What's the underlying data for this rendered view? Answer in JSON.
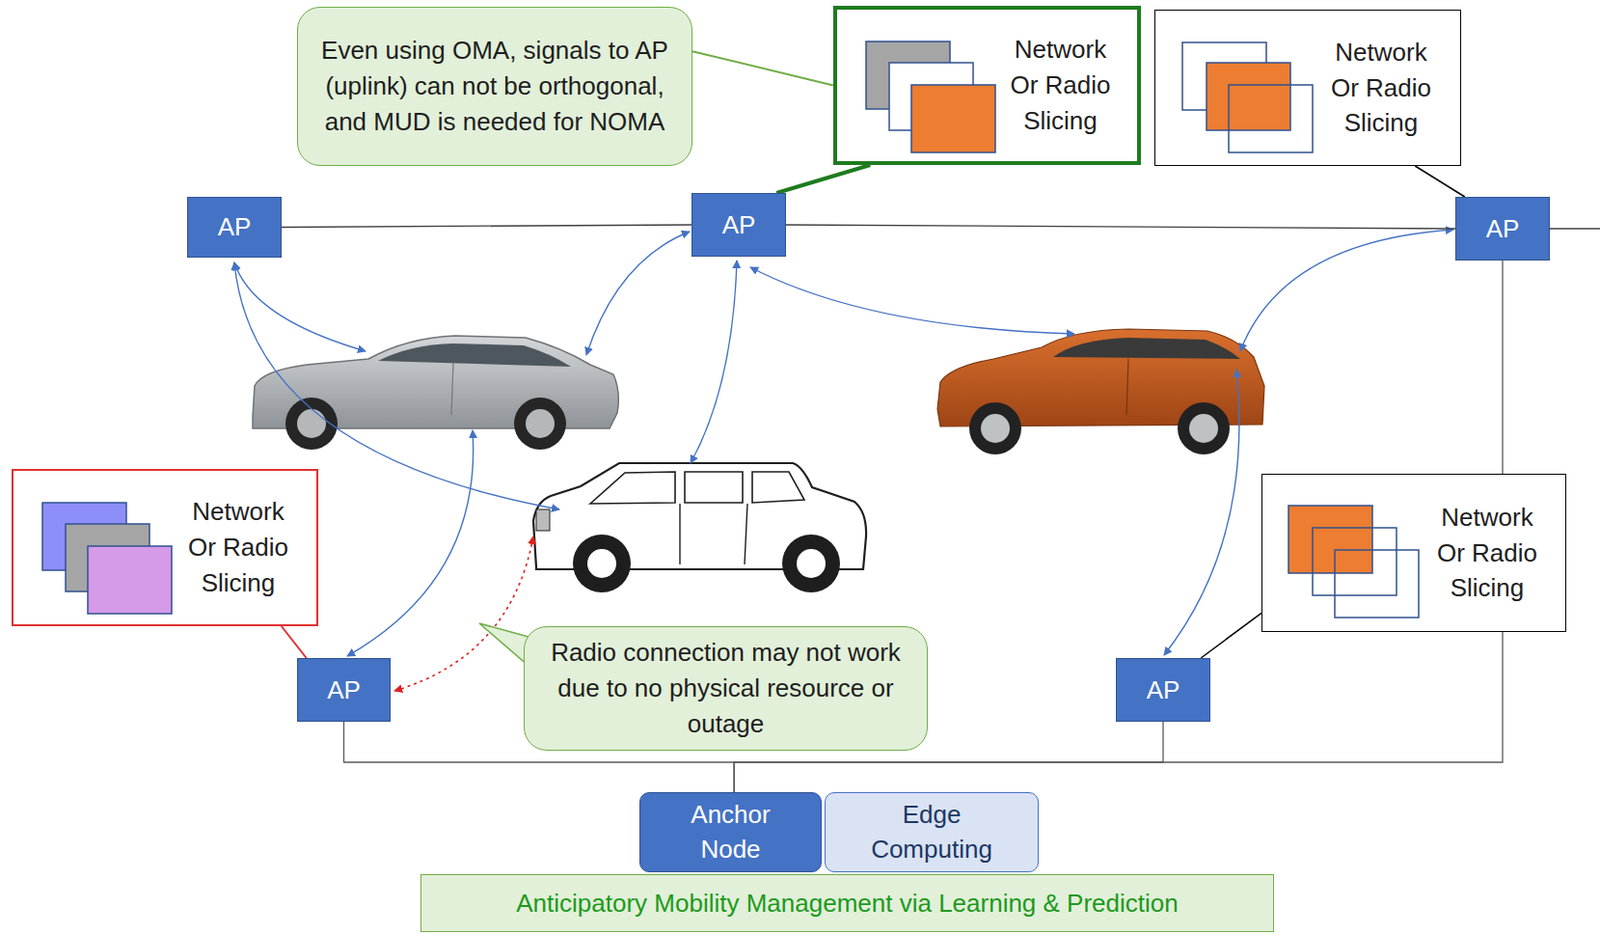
{
  "diagram": {
    "nodes": [
      {
        "text": [
          "Even using OMA, signals to AP (uplink) can not be orthogonal, and MUD is needed for NOMA"
        ]
      },
      {
        "text": [
          "Network Or Radio Slicing"
        ]
      },
      {
        "text": [
          "Network Or Radio Slicing"
        ]
      },
      {
        "text": [
          "AP"
        ]
      },
      {
        "text": [
          "AP"
        ]
      },
      {
        "text": [
          "AP"
        ]
      },
      {
        "text": [
          "Network Or Radio Slicing"
        ]
      },
      {
        "text": [
          "Network Or Radio Slicing"
        ]
      },
      {
        "text": [
          "AP"
        ]
      },
      {
        "text": [
          "Radio connection may not work due to no physical resource or outage"
        ]
      },
      {
        "text": [
          "AP"
        ]
      },
      {
        "text": [
          "Anchor Node"
        ]
      },
      {
        "text": [
          "Edge Computing"
        ]
      },
      {
        "text": [
          "Anticipatory Mobility Management via Learning & Prediction"
        ]
      }
    ],
    "edges": [
      {
        "from": 3,
        "to": 4,
        "arrow": "none"
      },
      {
        "from": 4,
        "to": 5,
        "arrow": "none"
      },
      {
        "from": 5,
        "to": 11,
        "arrow": "none"
      },
      {
        "from": 8,
        "to": 11,
        "arrow": "none"
      },
      {
        "from": 10,
        "to": 11,
        "arrow": "none"
      },
      {
        "from": 0,
        "to": 1,
        "arrow": "none"
      },
      {
        "from": 1,
        "to": 4,
        "arrow": "none"
      },
      {
        "from": 2,
        "to": 5,
        "arrow": "none"
      },
      {
        "from": 6,
        "to": 8,
        "arrow": "none"
      },
      {
        "from": 7,
        "to": 10,
        "arrow": "none"
      }
    ]
  }
}
